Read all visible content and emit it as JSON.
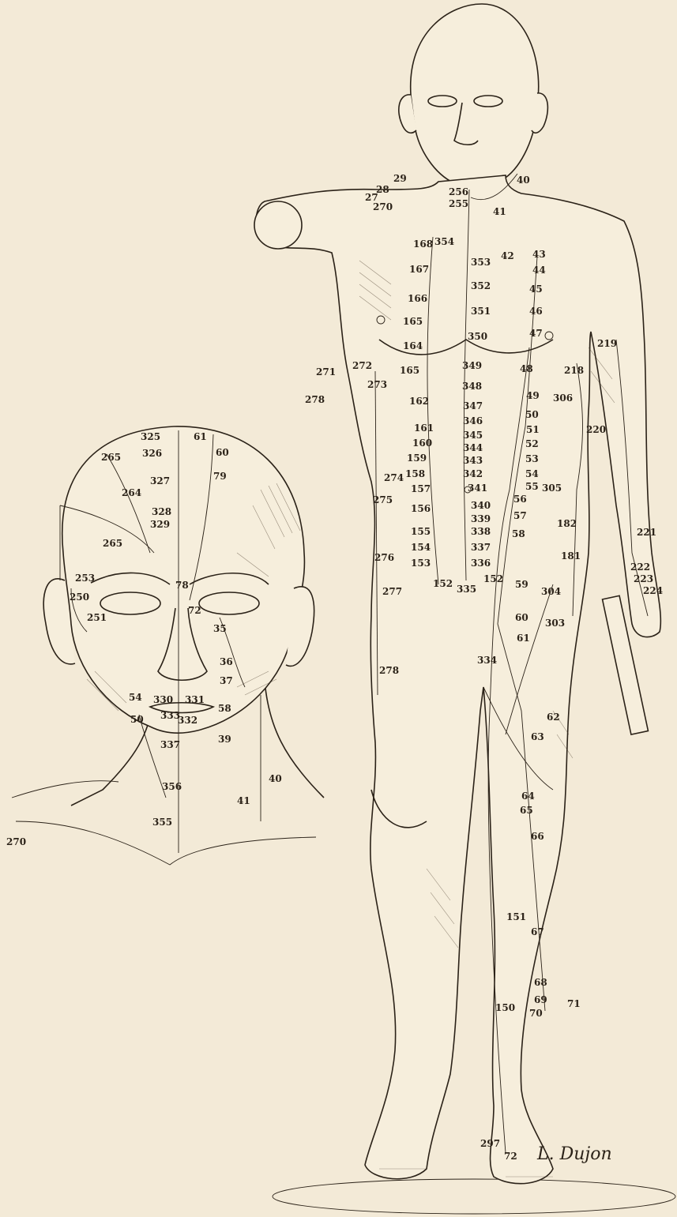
{
  "head_labels": [
    "325",
    "326",
    "61",
    "60",
    "79",
    "265",
    "264",
    "327",
    "328",
    "329",
    "265",
    "253",
    "250",
    "251",
    "78",
    "72",
    "35",
    "36",
    "37",
    "58",
    "39",
    "54",
    "330",
    "331",
    "50",
    "333",
    "332",
    "337",
    "40",
    "356",
    "41",
    "355",
    "270"
  ],
  "body_labels": [
    "29",
    "28",
    "27",
    "256",
    "255",
    "40",
    "270",
    "41",
    "168",
    "354",
    "353",
    "42",
    "43",
    "44",
    "167",
    "352",
    "45",
    "166",
    "351",
    "46",
    "165",
    "47",
    "164",
    "350",
    "219",
    "165",
    "349",
    "48",
    "218",
    "271",
    "272",
    "273",
    "348",
    "49",
    "306",
    "278",
    "162",
    "347",
    "50",
    "161",
    "346",
    "51",
    "160",
    "345",
    "344",
    "52",
    "159",
    "343",
    "53",
    "158",
    "342",
    "54",
    "341",
    "55",
    "305",
    "274",
    "275",
    "157",
    "340",
    "56",
    "156",
    "339",
    "57",
    "338",
    "58",
    "155",
    "337",
    "182",
    "154",
    "276",
    "153",
    "336",
    "181",
    "152",
    "335",
    "152",
    "59",
    "304",
    "277",
    "60",
    "303",
    "221",
    "222",
    "223",
    "224",
    "61",
    "278",
    "334",
    "62",
    "63",
    "64",
    "65",
    "66",
    "151",
    "67",
    "68",
    "69",
    "71",
    "70",
    "150",
    "297",
    "72",
    "220"
  ],
  "signature": "L. Dujon"
}
